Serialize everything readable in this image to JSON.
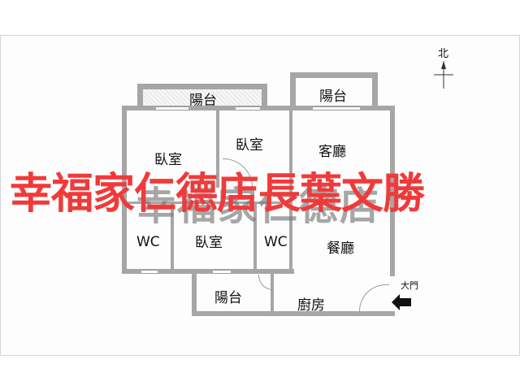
{
  "floorplan": {
    "compass_label": "北",
    "rooms": {
      "balcony_top_left": "陽台",
      "balcony_top_right": "陽台",
      "bedroom_top_left": "臥室",
      "bedroom_top_middle": "臥室",
      "living_room": "客廳",
      "wc_left": "WC",
      "bedroom_bottom": "臥室",
      "wc_right": "WC",
      "dining_room": "餐廳",
      "balcony_bottom": "陽台",
      "kitchen": "廚房"
    },
    "entrance_label": "大門"
  },
  "watermark": {
    "agent_text": "幸福家仁德店長葉文勝",
    "brand_text": "幸福家仁德店",
    "agent_color": "#f03a3a"
  }
}
